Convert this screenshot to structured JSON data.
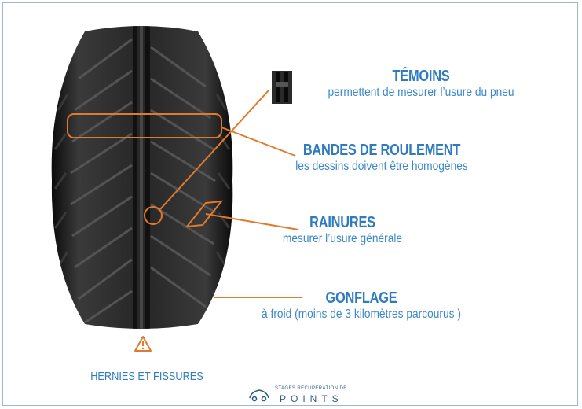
{
  "labels": {
    "temoins": {
      "title": "TÉMOINS",
      "desc": "permettent de mesurer l’usure du pneu"
    },
    "bandes": {
      "title": "BANDES DE ROULEMENT",
      "desc": "les dessins doivent être homogènes"
    },
    "rainures": {
      "title": "RAINURES",
      "desc": "mesurer l’usure générale"
    },
    "gonflage": {
      "title": "GONFLAGE",
      "desc": "à froid (moins de 3 kilomètres parcourus )"
    }
  },
  "warning": {
    "icon": "warning-triangle-icon",
    "text": "HERNIES ET FISSURES"
  },
  "logo": {
    "top_text": "STAGES RECUPERATION DE",
    "main_text": "POINTS",
    "icon": "car-icon"
  },
  "colors": {
    "accent_text": "#2f7bc0",
    "callout_line": "#e07a2c",
    "tire": "#1a1a1a"
  }
}
